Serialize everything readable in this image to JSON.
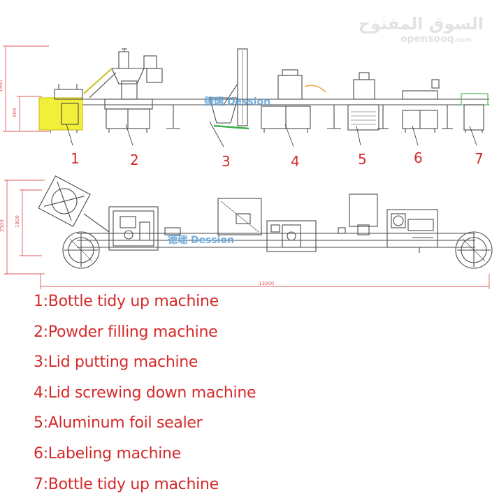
{
  "watermark": {
    "arabic": "السوق المفتوح",
    "latin": "opensooq",
    "suffix": ".com"
  },
  "callouts": [
    "1",
    "2",
    "3",
    "4",
    "5",
    "6",
    "7"
  ],
  "legend": [
    "1:Bottle tidy up machine",
    "2:Powder filling machine",
    "3:Lid putting machine",
    "4:Lid screwing down machine",
    "5:Aluminum foil sealer",
    "6:Labeling machine",
    "7:Bottle tidy up machine"
  ],
  "dimensions": {
    "top_height": "1900",
    "top_inner_height": "900",
    "plan_depth": "2500",
    "plan_inner_depth": "1800",
    "overall_length": "13000"
  },
  "colors": {
    "label_red": "#d42a2a",
    "dimension_red": "#e05a5a",
    "line_gray": "#4a4a4a",
    "highlight_yellow": "#f2ee3a",
    "accent_green": "#3cb24a",
    "brand_blue": "#5aa0d8",
    "arc_orange": "#f0a040"
  }
}
